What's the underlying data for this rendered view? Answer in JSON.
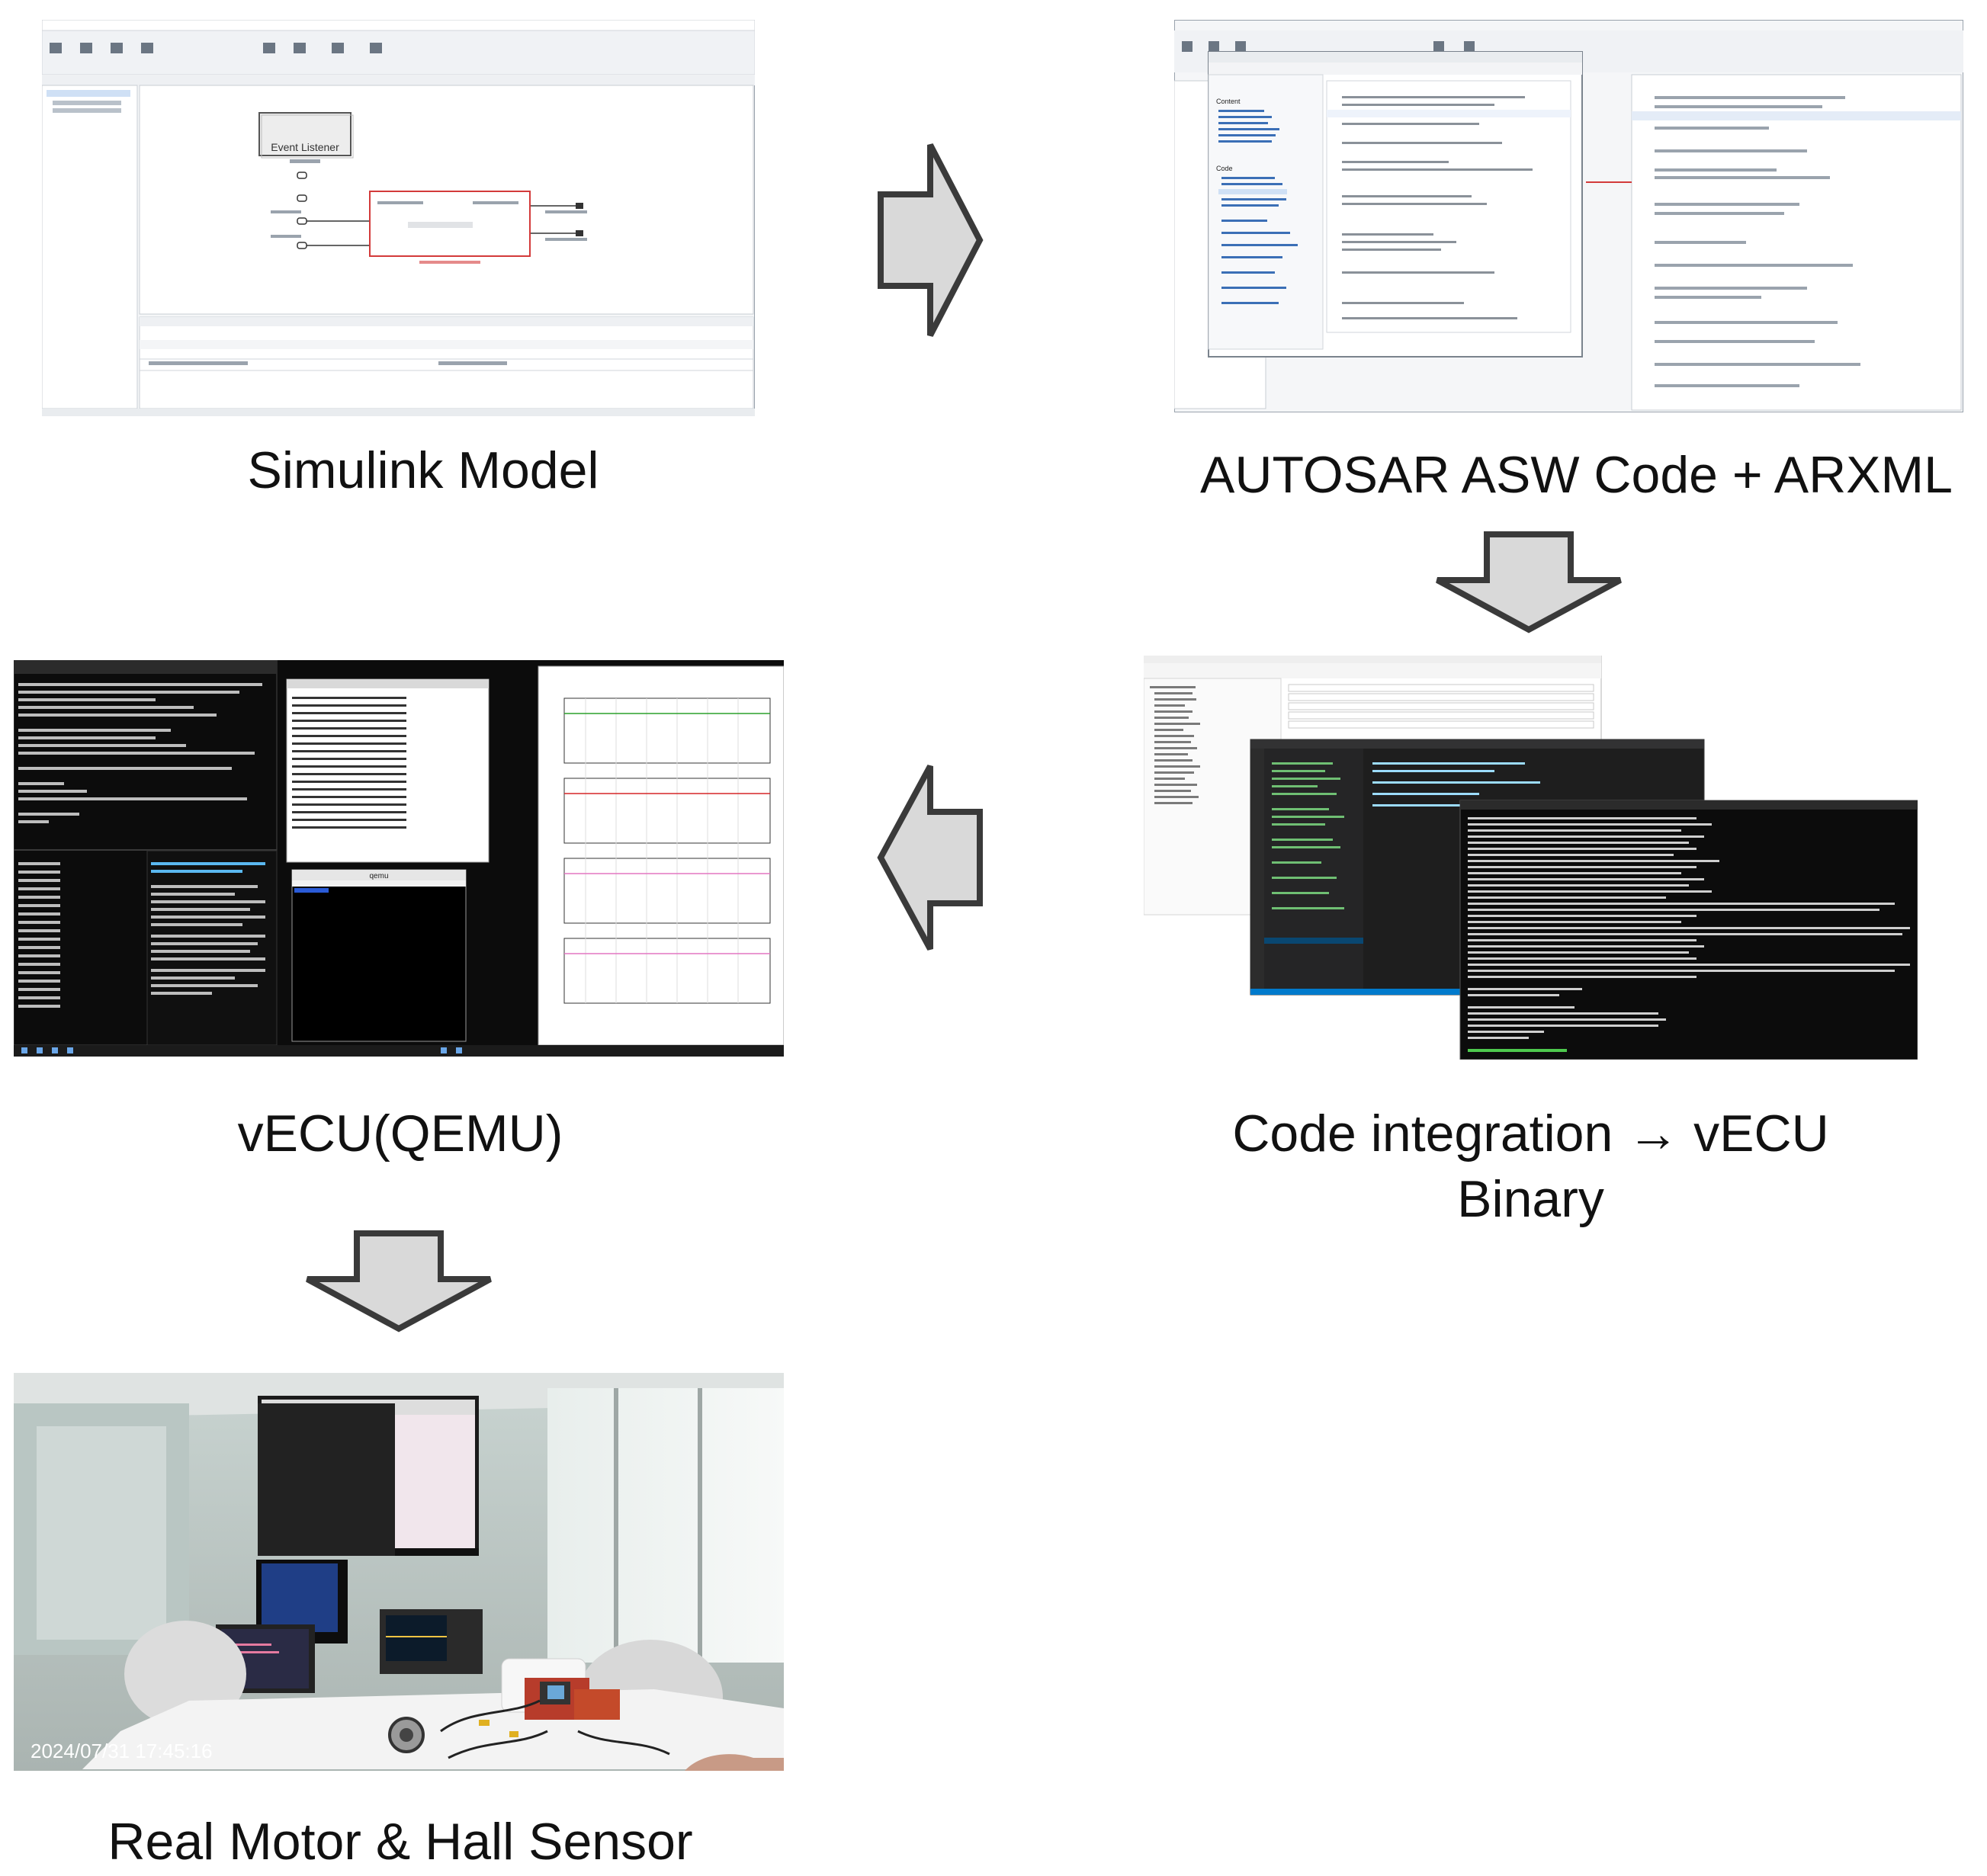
{
  "captions": {
    "simulink": "Simulink Model",
    "autosar": "AUTOSAR ASW Code + ARXML",
    "vecu_qemu": "vECU(QEMU)",
    "code_integration_line1": "Code integration →  vECU",
    "code_integration_line2": "Binary",
    "real_motor": "Real Motor & Hall Sensor"
  },
  "simulink_screenshot": {
    "block_event_listener": "Event Listener"
  },
  "autosar_screenshot": {
    "panel_content": "Content",
    "panel_code": "Code"
  },
  "qemu_screenshot": {
    "qemu_window_title": "qemu"
  },
  "photo": {
    "timestamp": "2024/07/31  17:45:16"
  },
  "colors": {
    "arrow_fill": "#d9d9d9",
    "arrow_stroke": "#3a3a3a",
    "terminal_bg": "#0c0c0c",
    "vscode_bg": "#1e1e1e",
    "simulink_accent": "#d33a3a"
  }
}
